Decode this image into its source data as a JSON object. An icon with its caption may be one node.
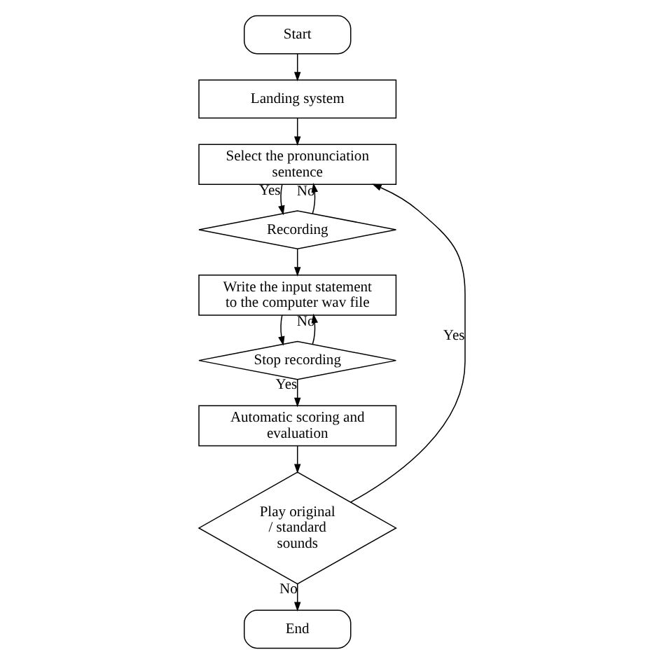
{
  "diagram": {
    "nodes": [
      {
        "text": [
          "Start"
        ]
      },
      {
        "text": [
          "Landing system"
        ]
      },
      {
        "text": [
          "Select the pronunciation sentence"
        ]
      },
      {
        "text": [
          "Recording"
        ]
      },
      {
        "text": [
          "Write the input statement to the computer wav file"
        ]
      },
      {
        "text": [
          "Stop recording"
        ]
      },
      {
        "text": [
          "Automatic scoring and evaluation"
        ]
      },
      {
        "text": [
          "Play original / standard sounds"
        ]
      },
      {
        "text": [
          "End"
        ]
      }
    ],
    "edges": [
      {
        "from": 0,
        "to": 1,
        "arrow": "to"
      },
      {
        "from": 1,
        "to": 2,
        "arrow": "to"
      },
      {
        "from": 2,
        "to": 3,
        "arrow": "to",
        "label": "Yes"
      },
      {
        "from": 3,
        "to": 2,
        "arrow": "to",
        "label": "No"
      },
      {
        "from": 3,
        "to": 4,
        "arrow": "to"
      },
      {
        "from": 4,
        "to": 5,
        "arrow": "to"
      },
      {
        "from": 5,
        "to": 4,
        "arrow": "to",
        "label": "No"
      },
      {
        "from": 5,
        "to": 6,
        "arrow": "to",
        "label": "Yes"
      },
      {
        "from": 6,
        "to": 7,
        "arrow": "to"
      },
      {
        "from": 7,
        "to": 2,
        "arrow": "to",
        "label": "Yes"
      },
      {
        "from": 7,
        "to": 8,
        "arrow": "to",
        "label": "No"
      }
    ]
  }
}
